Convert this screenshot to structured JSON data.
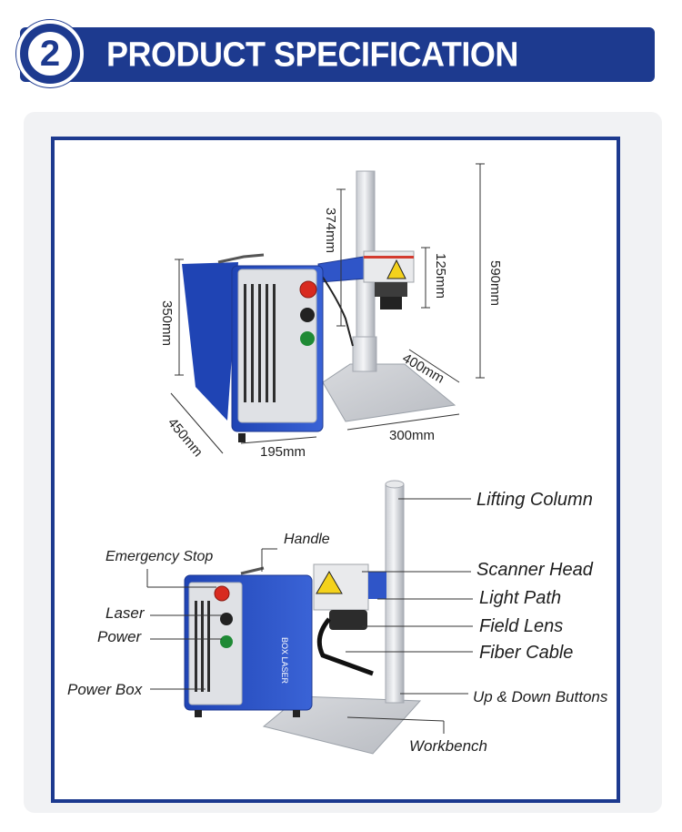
{
  "header": {
    "step_number": "2",
    "title": "PRODUCT SPECIFICATION"
  },
  "dimensions": {
    "column_height": "374mm",
    "scanner_head_height": "125mm",
    "total_height": "590mm",
    "power_box_height": "350mm",
    "depth": "450mm",
    "power_box_width": "195mm",
    "base_width": "300mm",
    "base_depth": "400mm"
  },
  "brand": {
    "box_logo": "BOX LASER"
  },
  "parts": {
    "lifting_column": "Lifting Column",
    "handle": "Handle",
    "emergency_stop": "Emergency Stop",
    "scanner_head": "Scanner Head",
    "light_path": "Light Path",
    "laser": "Laser",
    "field_lens": "Field Lens",
    "power": "Power",
    "fiber_cable": "Fiber Cable",
    "power_box": "Power Box",
    "up_down_buttons": "Up & Down Buttons",
    "workbench": "Workbench"
  },
  "colors": {
    "brand_blue": "#1d3a8f",
    "box_blue": "#2f55c8",
    "panel_bg": "#f1f2f4"
  }
}
